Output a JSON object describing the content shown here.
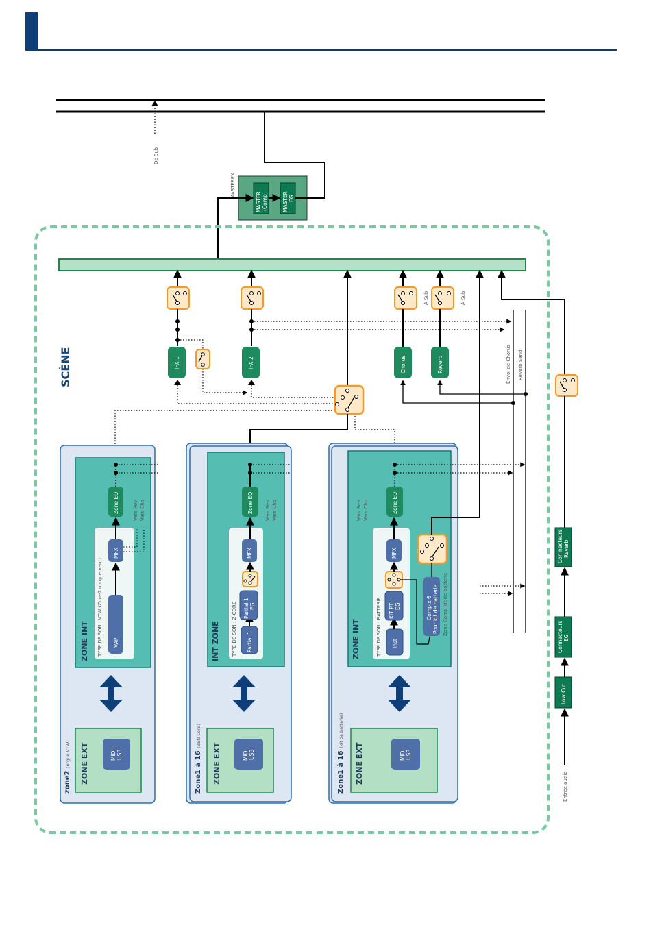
{
  "header": {
    "title": ""
  },
  "colors": {
    "header_bar": "#0e3f78",
    "fx_green": "#1e8a5e",
    "master_bg": "#5aa883",
    "bus_fill": "#b5e1c8",
    "bus_stroke": "#1c8a4a",
    "scene_dash": "#78c8a0",
    "zone_outer": "#dde6f3",
    "zone_outer_stroke": "#2f6fb0",
    "zone_int": "#56bdb3",
    "zone_ext": "#b3e0c4",
    "block_blue": "#4f6fa8",
    "switch_fill": "#fde8c8",
    "switch_stroke": "#f09a2a",
    "arrow_blue": "#0e3f78"
  },
  "diagram": {
    "top_labels": {
      "from_sub": "De Sub",
      "masterfx": "MASTERFX"
    },
    "master": {
      "comp": [
        "MASTER",
        "(Comp)"
      ],
      "eq": [
        "MASTER",
        "EG"
      ]
    },
    "scene_label": "SCÈNE",
    "fx": {
      "ifx1": "IFX 1",
      "ifx2": "IFX 2",
      "chorus": "Chorus",
      "reverb": "Reverb"
    },
    "to_sub": [
      "À Sub",
      "À Sub"
    ],
    "send_lines": {
      "chorus": "Envoi de Chorus",
      "reverb": "Reverb Send"
    },
    "audio_chain": {
      "input": "Entrée audio",
      "low_cut": "Low Cut",
      "eq": [
        "Connecteurs",
        "EG"
      ],
      "reverb": [
        "Con necteurs",
        "Reverb"
      ]
    },
    "zones": [
      {
        "title": "zone2",
        "subtitle": "(orgue VTW)",
        "int_label": "ZONE INT",
        "type_label": "TYPE DE SON : VTW (Zone2 uniquement)",
        "blocks": [
          "VAP",
          "MFX",
          "Zone EQ"
        ],
        "sends": [
          "Vers Rev",
          "Vers Cho"
        ],
        "ext_label": "ZONE EXT",
        "midi": [
          "MIDI",
          "USB"
        ]
      },
      {
        "title": "Zone1 à 16",
        "subtitle": "(ZEN-Core)",
        "int_label": "INT ZONE",
        "type_label": "TYPE DE SON : Z-CORE",
        "blocks": [
          "Partial 1",
          "Partial 1",
          "EG",
          "MFX",
          "Zone EQ"
        ],
        "sends": [
          "Vers Rev",
          "Vers Cho"
        ],
        "ext_label": "ZONE EXT",
        "midi": [
          "MIDI",
          "USB"
        ]
      },
      {
        "title": "Zone1 à 16",
        "subtitle": "(kit de batterie)",
        "int_label": "ZONE INT",
        "type_label": "TYPE DE SON : BATTERIE",
        "blocks": [
          "Inst",
          "KIT PTL",
          "EG",
          "MFX",
          "Zone EQ"
        ],
        "comp": [
          "Comp x 6",
          "Pour kit de batterie"
        ],
        "comp_label": "Zone Comp kit de batterie",
        "sends": [
          "Vers Rev",
          "Vers Cho"
        ],
        "ext_label": "ZONE EXT",
        "midi": [
          "MIDI",
          "USB"
        ]
      }
    ]
  }
}
